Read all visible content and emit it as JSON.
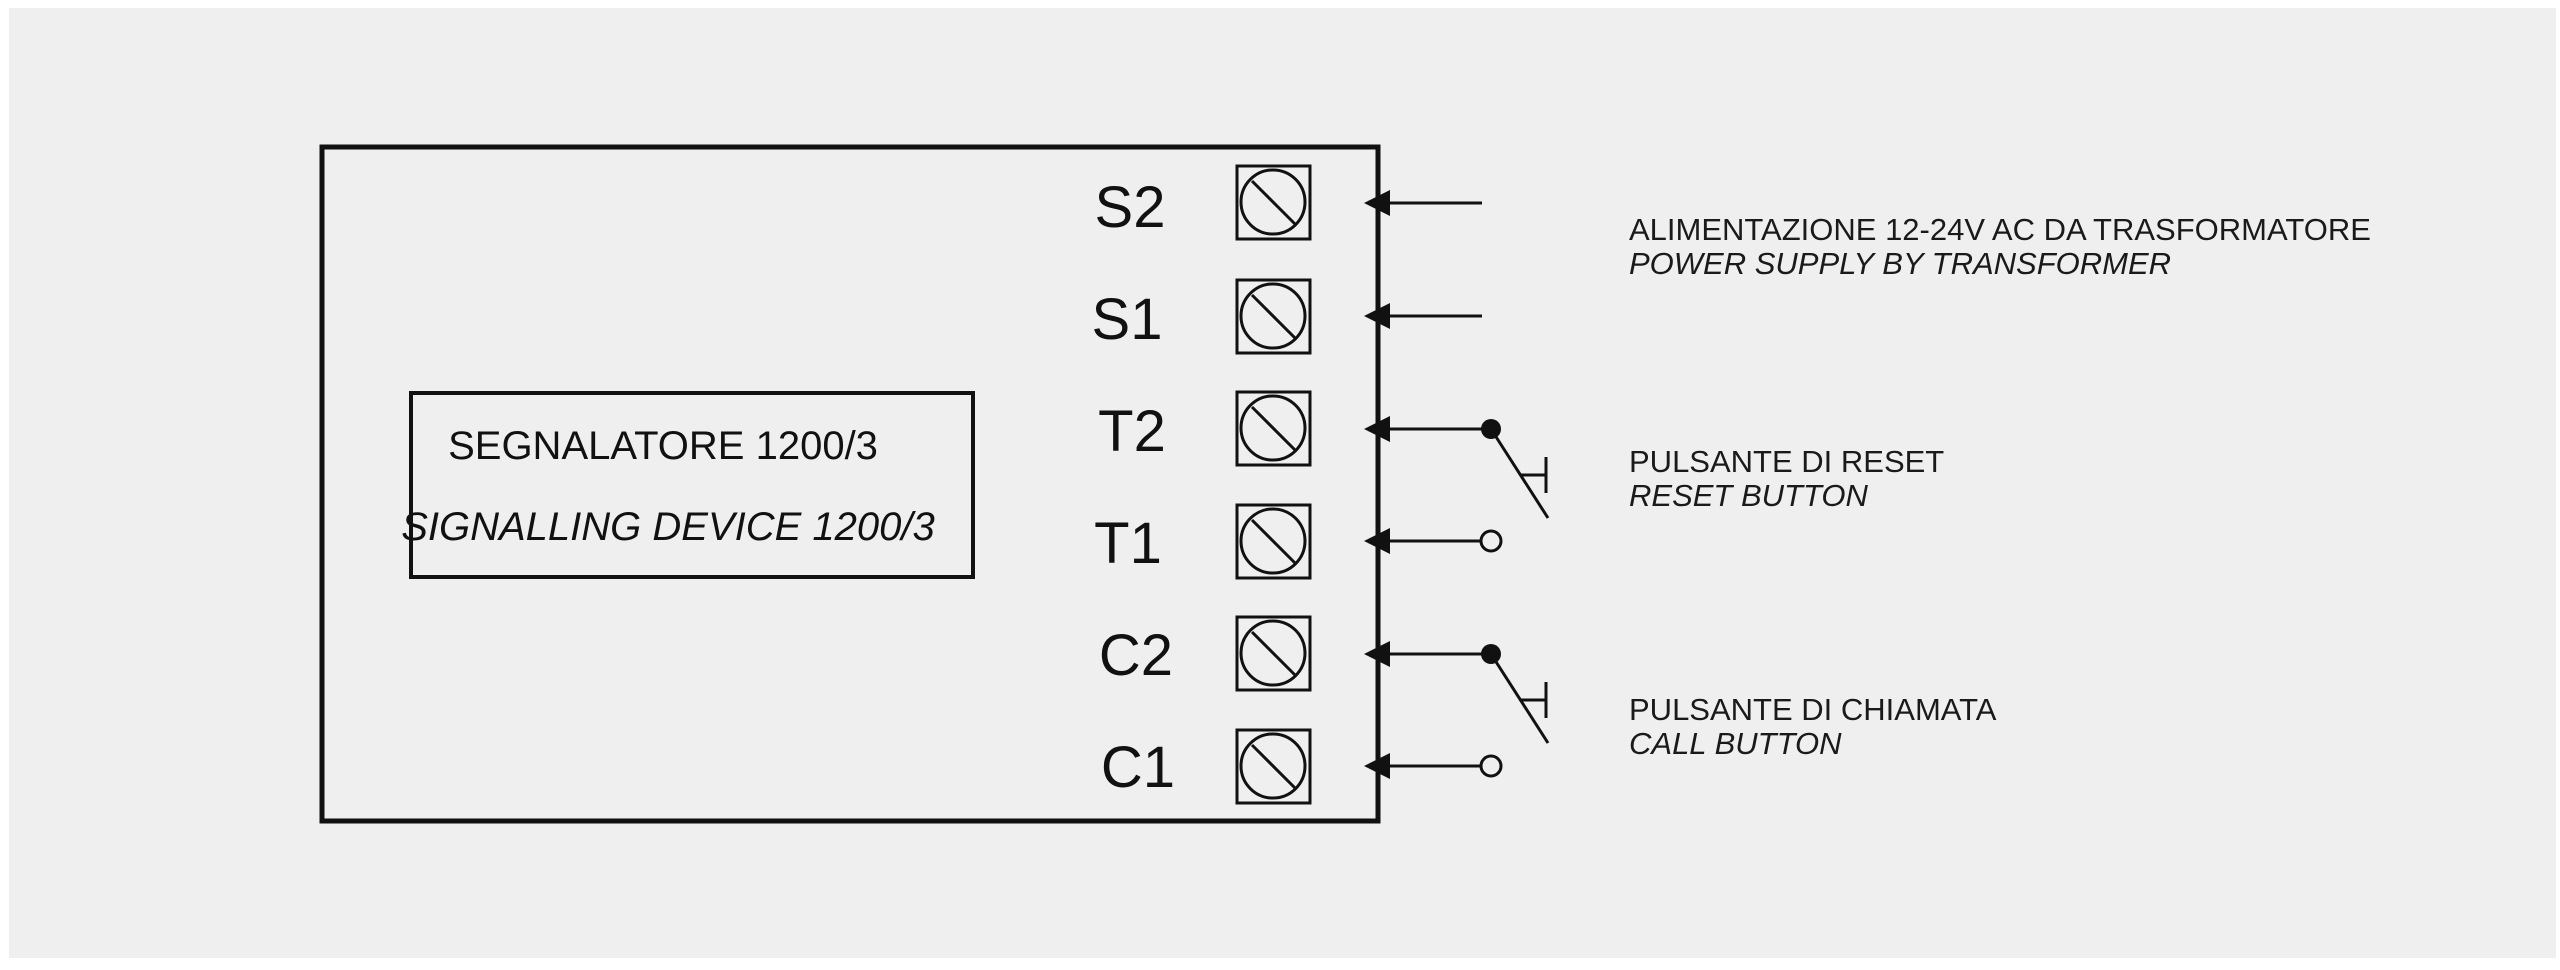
{
  "device": {
    "title": "SEGNALATORE 1200/3",
    "subtitle": "SIGNALLING DEVICE 1200/3"
  },
  "terminals": [
    "S2",
    "S1",
    "T2",
    "T1",
    "C2",
    "C1"
  ],
  "connections": {
    "power": {
      "label_it": "ALIMENTAZIONE 12-24V AC DA TRASFORMATORE",
      "label_en": "POWER SUPPLY BY  TRANSFORMER"
    },
    "reset": {
      "label_it": "PULSANTE DI RESET",
      "label_en": "RESET BUTTON"
    },
    "call": {
      "label_it": "PULSANTE DI CHIAMATA",
      "label_en": "CALL BUTTON"
    }
  },
  "colors": {
    "background": "#efefef",
    "stroke": "#111111"
  }
}
